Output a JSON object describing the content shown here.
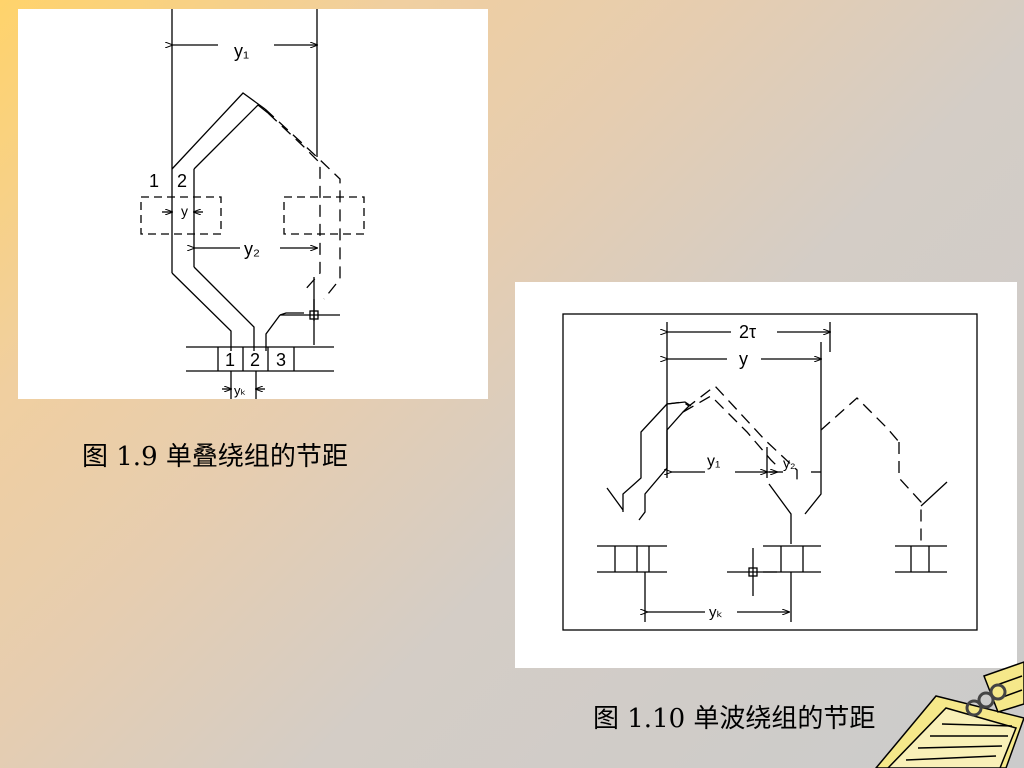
{
  "figure1": {
    "caption": "图 1.9 单叠绕组的节距",
    "labels": {
      "y1": "y₁",
      "y": "y",
      "y2": "y₂",
      "yk": "yₖ",
      "coil1": "1",
      "coil2": "2",
      "seg1": "1",
      "seg2": "2",
      "seg3": "3"
    }
  },
  "figure2": {
    "caption": "图 1.10 单波绕组的节距",
    "labels": {
      "two_tau": "2τ",
      "y": "y",
      "y1": "y₁",
      "y2": "y₂",
      "yk": "yₖ"
    }
  },
  "decoration": {
    "icon": "notebook-clipart-icon"
  }
}
